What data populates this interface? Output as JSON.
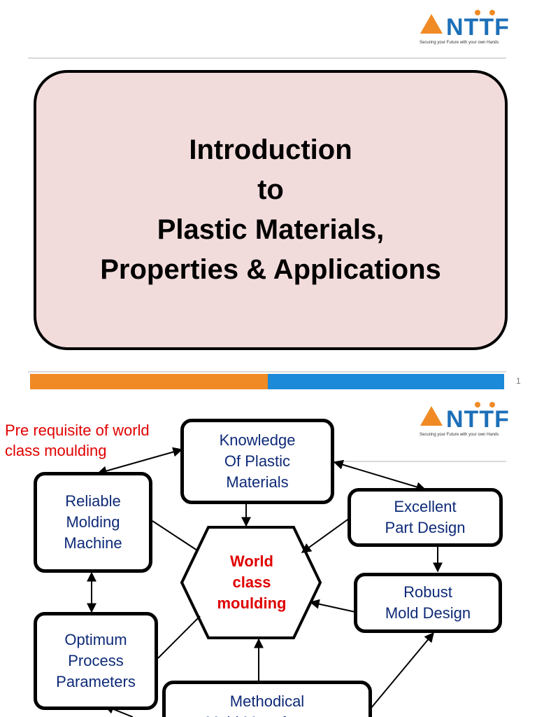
{
  "slide1": {
    "brand": {
      "name": "NTTF",
      "tagline": "Securing your Future with your own Hands",
      "orange": "#f08a24",
      "blue": "#1d6fb8"
    },
    "title_lines": [
      "Introduction",
      "to",
      "Plastic Materials,",
      "Properties & Applications"
    ],
    "page_number": "1",
    "colors": {
      "title_fill": "#f2dcdb",
      "bar_orange": "#f08a24",
      "bar_blue": "#1b8ad8"
    }
  },
  "slide2": {
    "brand": {
      "name": "NTTF",
      "tagline": "Securing your Future with your own Hands"
    },
    "prerequisite": "Pre requisite of world\nclass moulding",
    "center": "World\nclass\nmoulding",
    "nodes": {
      "knowledge": "Knowledge\nOf Plastic\n Materials",
      "machine": "Reliable\nMolding\nMachine",
      "part_design": "Excellent\nPart Design",
      "mold_design": "Robust\nMold Design",
      "process": "Optimum\nProcess\nParameters",
      "manufacture": "Methodical\nMold Manufacture"
    },
    "colors": {
      "node_text": "#0e2a78",
      "highlight": "#e00000"
    }
  }
}
